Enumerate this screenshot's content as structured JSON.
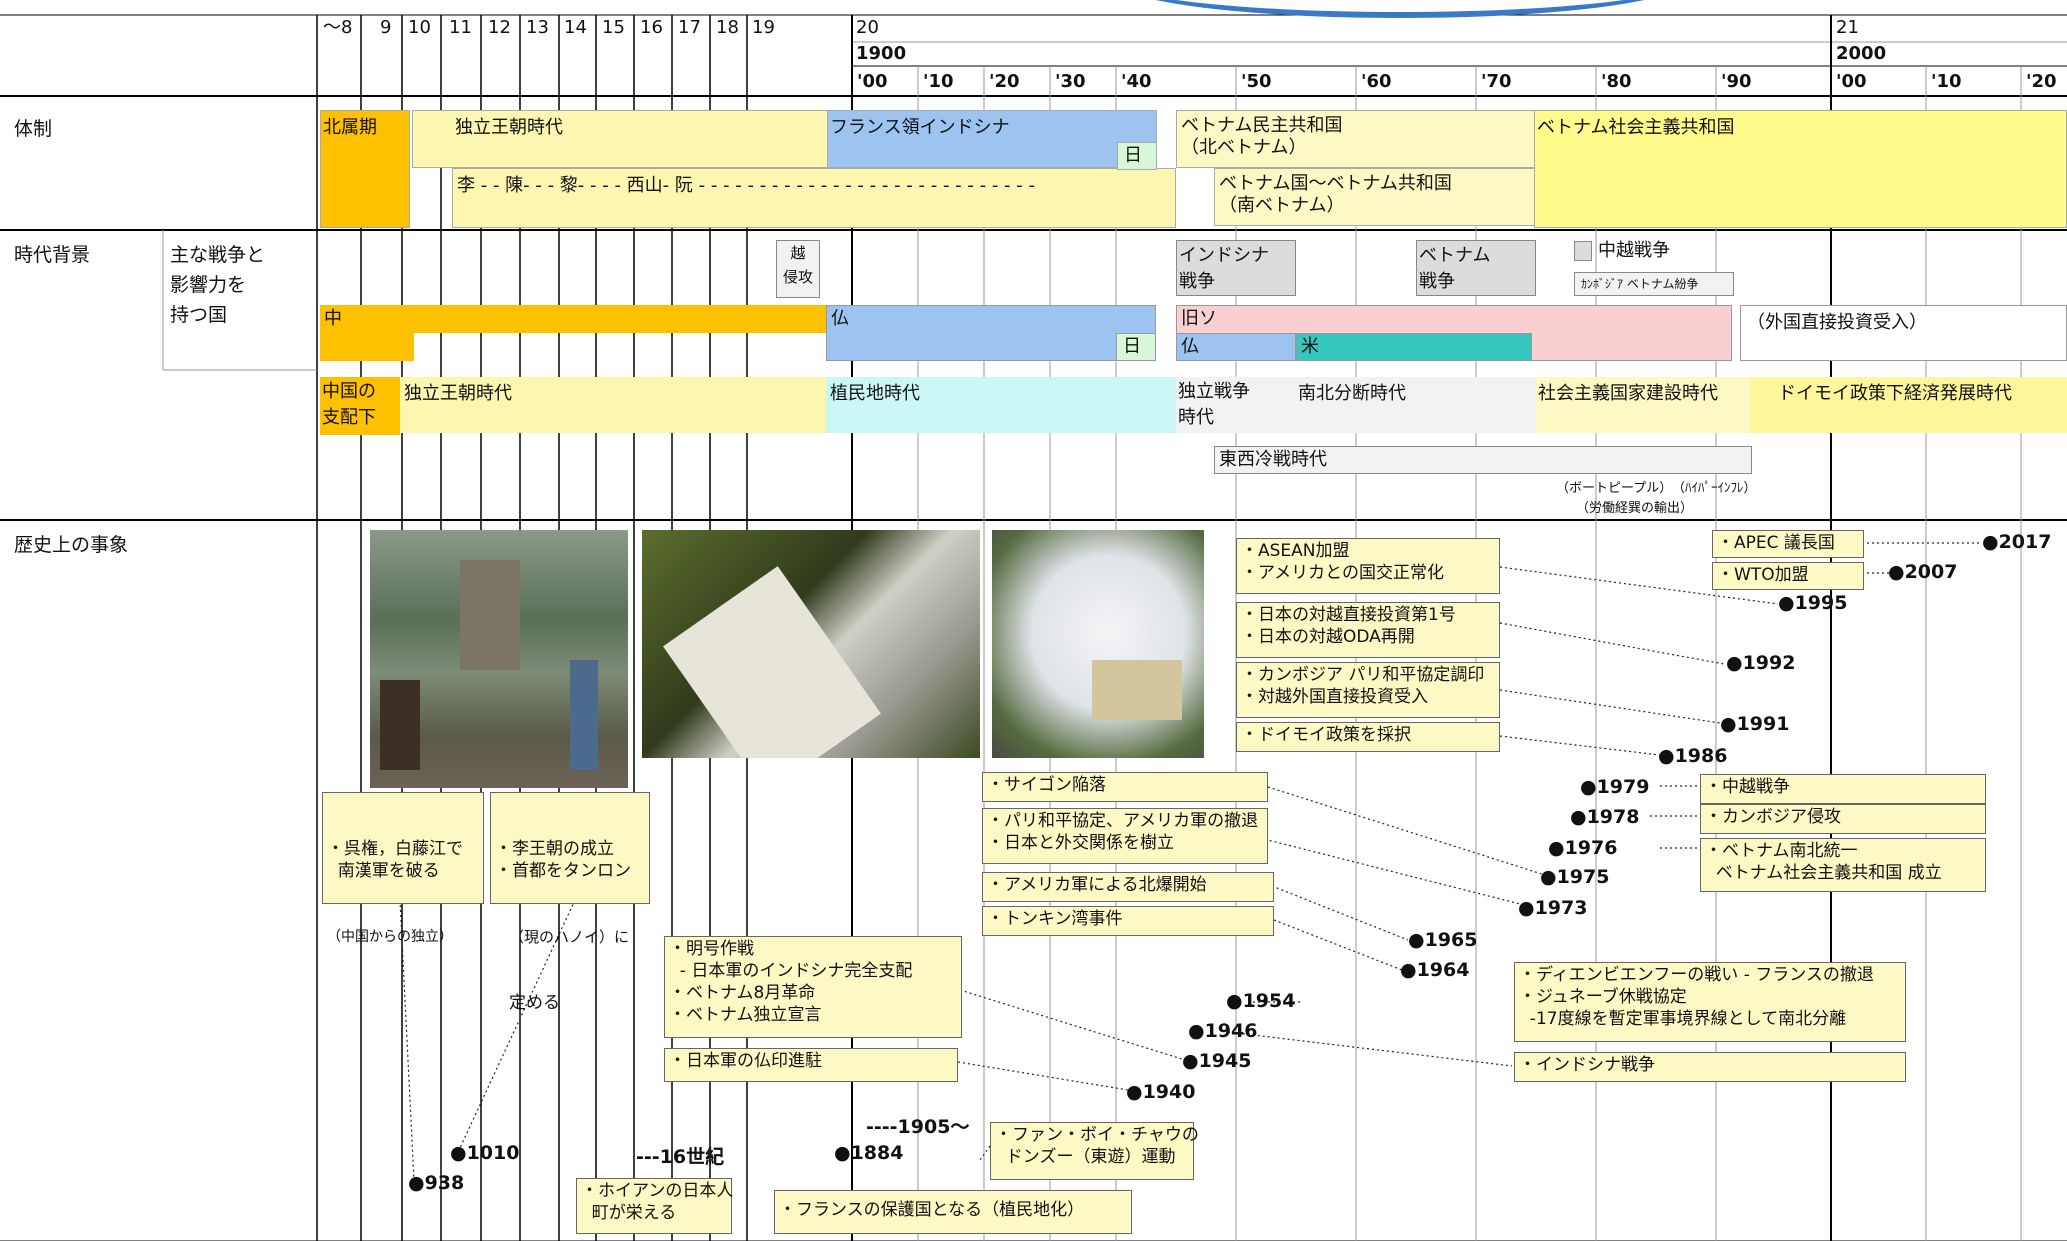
{
  "header": {
    "centuries": [
      "～8",
      "9",
      "10",
      "11",
      "12",
      "13",
      "14",
      "15",
      "16",
      "17",
      "18",
      "19"
    ],
    "century_20": "20",
    "century_21": "21",
    "year_1900": "1900",
    "year_2000": "2000",
    "decades": [
      "'00",
      "'10",
      "'20",
      "'30",
      "'40",
      "'50",
      "'60",
      "'70",
      "'80",
      "'90",
      "'00",
      "'10",
      "'20"
    ]
  },
  "rows": {
    "taisei": "体制",
    "jidai_haikei": "時代背景",
    "war_label": "主な戦争と\n影響力を\n持つ国",
    "rekishi": "歴史上の事象"
  },
  "regime": {
    "hokuzoku": "北属期",
    "dokuritsu": "独立王朝時代",
    "dynasties": "李 - - 陳- - - 黎- - - - 西山- 阮 - - - - - - - - - - - - - - - - - - - - - - - - - - - -",
    "french": "フランス領インドシナ",
    "jp": "日",
    "north": "ベトナム民主共和国\n（北ベトナム）",
    "south": "ベトナム国～ベトナム共和国\n（南ベトナム）",
    "socialist": "ベトナム社会主義共和国"
  },
  "background": {
    "etsu_shinko": "越\n侵攻",
    "indochina_war": "インドシナ\n戦争",
    "vietnam_war": "ベトナム\n戦争",
    "sino_viet_war": "中越戦争",
    "cambodia": "ｶﾝﾎﾞｼﾞｱ ベトナム紛争",
    "china": "中",
    "france": "仏",
    "jp": "日",
    "ussr": "旧ソ",
    "france2": "仏",
    "us": "米",
    "fdi": "（外国直接投資受入）"
  },
  "eras": {
    "china_rule": "中国の\n支配下",
    "dynasty": "独立王朝時代",
    "colonial": "植民地時代",
    "independence": "独立戦争\n時代",
    "division": "南北分断時代",
    "socialist_build": "社会主義国家建設時代",
    "doimoi": "ドイモイ政策下経済発展時代",
    "cold_war": "東西冷戦時代",
    "boat_people": "（ボートピープル）",
    "hyperinfl": "（ﾊｲﾊﾟｰｲﾝﾌﾚ）",
    "labor_export": "（労働経巽の輸出）"
  },
  "events": {
    "e938": "・呉権，白藤江で\n  南漢軍を破る",
    "e938_sub": "（中国からの独立）",
    "e1010": "・李王朝の成立\n・首都をタンロン",
    "e1010_sub": "（現のハノイ）に",
    "e1010_end": "定める",
    "hoian": "・ホイアンの日本人\n  町が栄える",
    "mei": "・明号作戦\n  - 日本軍のインドシナ完全支配\n・ベトナム8月革命\n・ベトナム独立宣言",
    "futsuin": "・日本軍の仏印進駐",
    "protect": "・フランスの保護国となる（植民地化）",
    "phan": "・ファン・ボイ・チャウの\n  ドンズー（東遊）運動",
    "saigon": "・サイゴン陥落",
    "paris": "・パリ和平協定、アメリカ軍の撤退\n・日本と外交関係を樹立",
    "bombing": "・アメリカ軍による北爆開始",
    "tonkin": "・トンキン湾事件",
    "asean": "・ASEAN加盟\n・アメリカとの国交正常化",
    "jp_fdi": "・日本の対越直接投資第1号\n・日本の対越ODA再開",
    "cambodia_peace": "・カンボジア パリ和平協定調印\n・対越外国直接投資受入",
    "doimoi": "・ドイモイ政策を採択",
    "apec": "・APEC 議長国",
    "wto": "・WTO加盟",
    "sino_war": "・中越戦争",
    "cambodia_inv": "・カンボジア侵攻",
    "unify": "・ベトナム南北統一\n  ベトナム社会主義共和国 成立",
    "dien": "・ディエンビエンフーの戦い - フランスの撤退\n・ジュネーブ休戦協定\n  -17度線を暫定軍事境界線として南北分離",
    "indochina": "・インドシナ戦争"
  },
  "years": {
    "y2017": "●2017",
    "y2007": "●2007",
    "y1995": "●1995",
    "y1992": "●1992",
    "y1991": "●1991",
    "y1986": "●1986",
    "y1979": "●1979",
    "y1978": "●1978",
    "y1976": "●1976",
    "y1975": "●1975",
    "y1973": "●1973",
    "y1965": "●1965",
    "y1964": "●1964",
    "y1954": "●1954",
    "y1946": "●1946",
    "y1945": "●1945",
    "y1940": "●1940",
    "y1905": "----1905～",
    "y1884": "●1884",
    "y16c": "---16世紀",
    "y1010": "●1010",
    "y938": "●938"
  },
  "colors": {
    "hokuzoku": "#ffc000",
    "dynasty": "#fdf6b0",
    "french": "#9dc3f0",
    "jp": "#d8f7d8",
    "north": "#fdf9c4",
    "socialist": "#fffa8a",
    "ussr": "#f9cfd2",
    "us": "#35c6c0",
    "colonial": "#ccf7f7",
    "gray": "#dcdcdc",
    "doimoi": "#fff59a"
  }
}
